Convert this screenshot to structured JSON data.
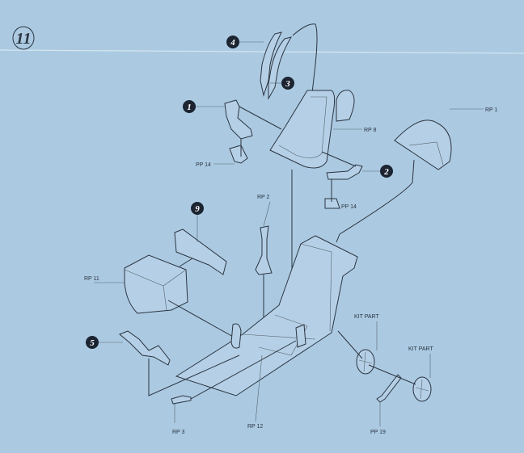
{
  "step_number": "11",
  "callouts": [
    "4",
    "3",
    "1",
    "2",
    "9",
    "5"
  ],
  "labels": {
    "rp1": "RP 1",
    "rp8": "RP 8",
    "pp14_left": "PP 14",
    "pp14_right": "PP 14",
    "rp2": "RP 2",
    "rp11": "RP 11",
    "kit_part_1": "KIT PART",
    "kit_part_2": "KIT PART",
    "rp3": "RP 3",
    "rp12": "RP 12",
    "pp19": "PP 19"
  },
  "colors": {
    "paper": "#abcae2",
    "ink": "#2b3440"
  }
}
